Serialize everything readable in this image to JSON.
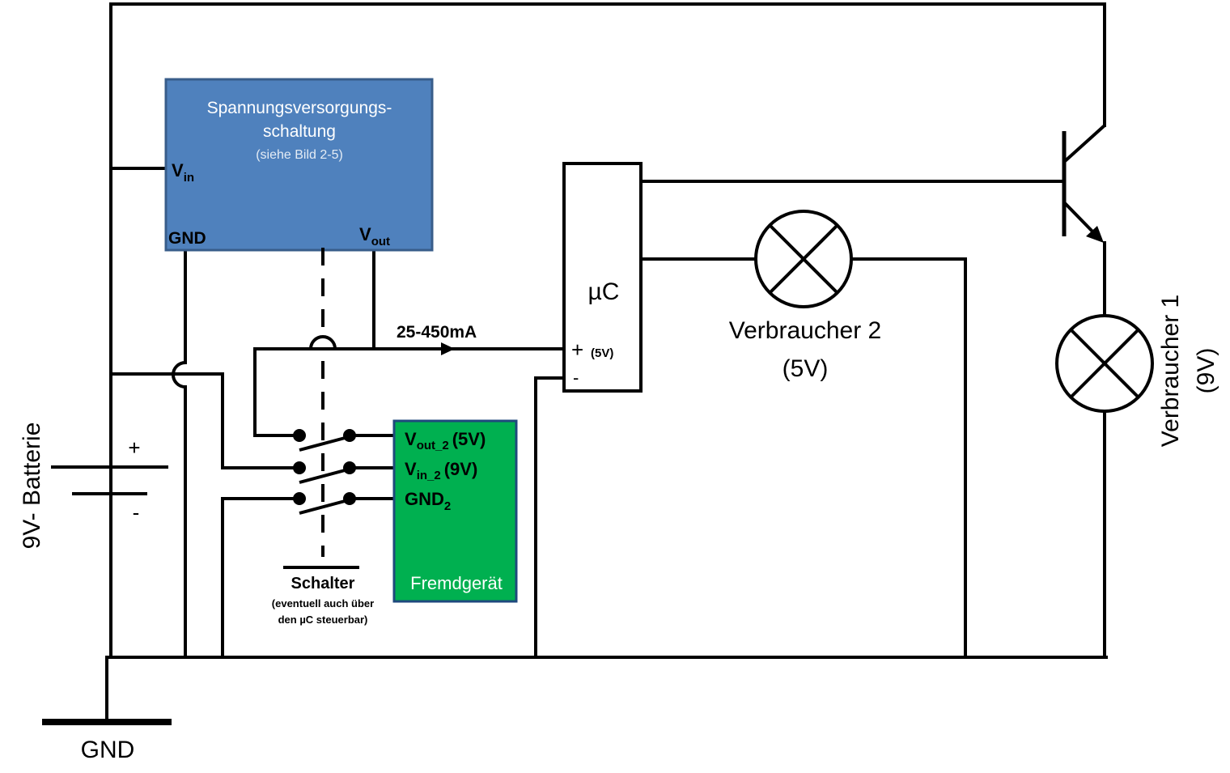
{
  "colors": {
    "supply_block": "#4f81bd",
    "supply_border": "#385d8a",
    "device_block": "#00b050",
    "device_border": "#1f497d"
  },
  "supply": {
    "title_line1": "Spannungsversorgungs-",
    "title_line2": "schaltung",
    "note": "(siehe Bild 2-5)",
    "vin": "V",
    "vin_sub": "in",
    "gnd": "GND",
    "vout": "V",
    "vout_sub": "out"
  },
  "current_label": "25-450mA",
  "mcu": {
    "label": "µC",
    "plus": "+",
    "plus_note": "(5V)",
    "minus": "-"
  },
  "load2": {
    "label": "Verbraucher 2",
    "voltage": "(5V)"
  },
  "load1": {
    "label": "Verbraucher 1",
    "voltage": "(9V)"
  },
  "battery": {
    "label": "9V- Batterie",
    "plus": "+",
    "minus": "-"
  },
  "ground": {
    "label": "GND"
  },
  "switch": {
    "label": "Schalter",
    "note_line1": "(eventuell auch über",
    "note_line2": "den µC steuerbar)"
  },
  "device": {
    "vout2": "V",
    "vout2_sub": "out_2",
    "vout2_val": "(5V)",
    "vin2": "V",
    "vin2_sub": "in_2",
    "vin2_val": "(9V)",
    "gnd2": "GND",
    "gnd2_sub": "2",
    "name": "Fremdgerät"
  }
}
